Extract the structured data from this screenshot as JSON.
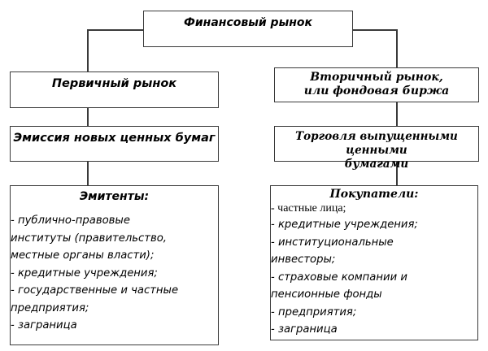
{
  "diagram": {
    "root": {
      "label": "Финансовый рынок"
    },
    "left_branch": {
      "market": {
        "label": "Первичный рынок"
      },
      "activity": {
        "label": "Эмиссия новых ценных бумаг"
      },
      "participants": {
        "heading": "Эмитенты:",
        "items": [
          "-  публично-правовые\nинституты (правительство,\nместные органы власти);",
          "-  кредитные учреждения;",
          "-  государственные и частные\nпредприятия;",
          "-  заграница"
        ]
      }
    },
    "right_branch": {
      "market": {
        "label_line1": "Вторичный рынок,",
        "label_line2": "или фондовая биржа"
      },
      "activity": {
        "label_line1": "Торговля выпущенными ценными",
        "label_line2": "бумагами"
      },
      "participants": {
        "heading": "Покупатели:",
        "items": [
          "- частные лица;",
          "-  кредитные учреждения;",
          "-  институциональные\nинвесторы;",
          "-  страховые компании и\nпенсионные фонды",
          "- предприятия;",
          "-  заграница"
        ]
      }
    },
    "colors": {
      "border": "#3a3a3a",
      "background": "#ffffff",
      "text": "#000000"
    }
  }
}
